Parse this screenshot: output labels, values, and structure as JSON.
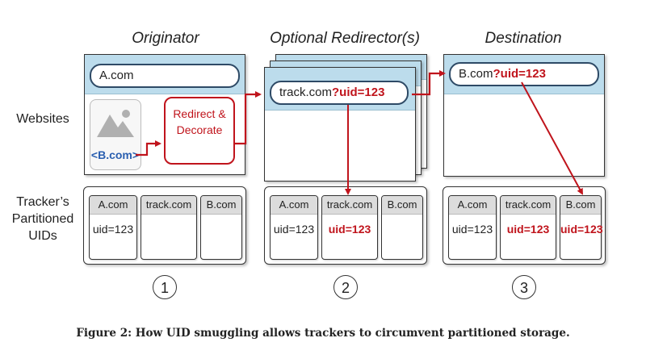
{
  "columns": {
    "originator": "Originator",
    "redirector": "Optional Redirector(s)",
    "destination": "Destination"
  },
  "rows": {
    "websites": "Websites",
    "uids": "Tracker’s\nPartitioned\nUIDs"
  },
  "originator": {
    "url": "A.com",
    "link_label": "<B.com>",
    "redirect_box": "Redirect &\nDecorate"
  },
  "redirector": {
    "url_base": "track.com",
    "url_query": "?uid=123"
  },
  "destination": {
    "url_base": "B.com",
    "url_query": "?uid=123"
  },
  "storage": [
    {
      "cells": [
        {
          "site": "A.com",
          "value": "uid=123",
          "highlight": false
        },
        {
          "site": "track.com",
          "value": "",
          "highlight": false
        },
        {
          "site": "B.com",
          "value": "",
          "highlight": false
        }
      ]
    },
    {
      "cells": [
        {
          "site": "A.com",
          "value": "uid=123",
          "highlight": false
        },
        {
          "site": "track.com",
          "value": "uid=123",
          "highlight": true
        },
        {
          "site": "B.com",
          "value": "",
          "highlight": false
        }
      ]
    },
    {
      "cells": [
        {
          "site": "A.com",
          "value": "uid=123",
          "highlight": false
        },
        {
          "site": "track.com",
          "value": "uid=123",
          "highlight": true
        },
        {
          "site": "B.com",
          "value": "uid=123",
          "highlight": true
        }
      ]
    }
  ],
  "steps": [
    "1",
    "2",
    "3"
  ],
  "caption": "Figure 2: How UID smuggling allows trackers to circumvent partitioned storage.",
  "colors": {
    "highlight": "#c0141c",
    "bar": "#bcdcec",
    "link": "#2a5fb0"
  }
}
